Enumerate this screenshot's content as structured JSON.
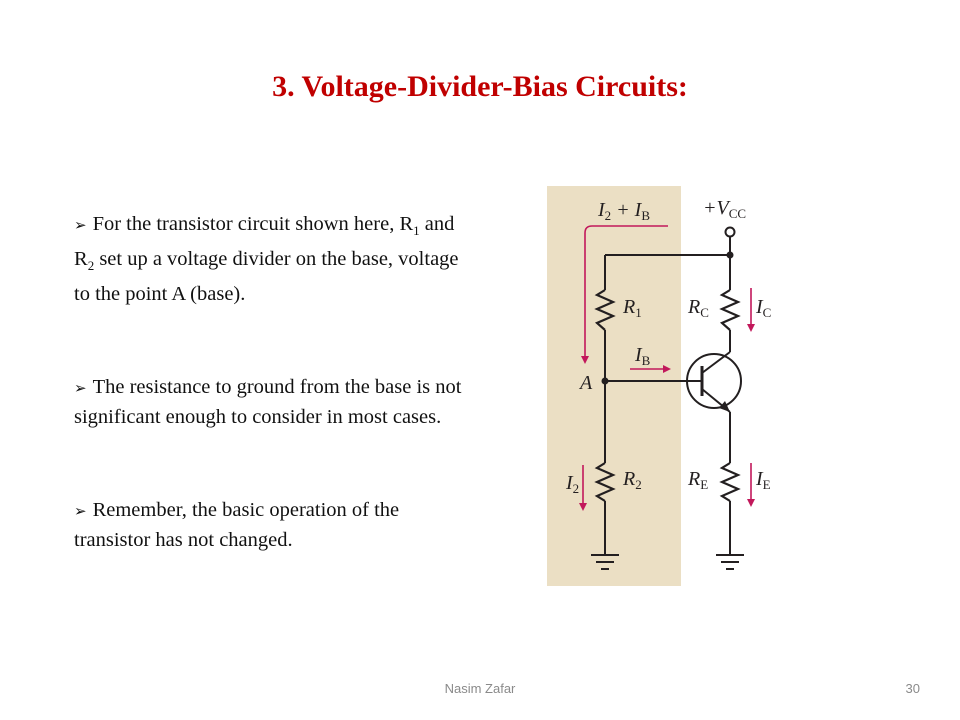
{
  "slide": {
    "title": "3. Voltage-Divider-Bias Circuits:",
    "bullets": [
      {
        "pre": "For the transistor circuit shown here, R",
        "sub1": "1",
        "mid": " and R",
        "sub2": "2",
        "post": " set up a voltage divider on the base, voltage to the point A (base)."
      },
      {
        "text": "The resistance to ground from the base is not significant enough to consider in most cases."
      },
      {
        "text": "Remember, the basic operation of the transistor has not changed."
      }
    ],
    "bullet_icon": "arrow-bullet-icon"
  },
  "diagram": {
    "labels": {
      "i2_ib": "I",
      "i2_ib_sub1": "2",
      "i2_ib_plus": " + I",
      "i2_ib_sub2": "B",
      "vcc": "+V",
      "vcc_sub": "CC",
      "r1": "R",
      "r1_sub": "1",
      "r2": "R",
      "r2_sub": "2",
      "rc": "R",
      "rc_sub": "C",
      "re": "R",
      "re_sub": "E",
      "ic": "I",
      "ic_sub": "C",
      "ie": "I",
      "ie_sub": "E",
      "ib": "I",
      "ib_sub": "B",
      "i2": "I",
      "i2_sub": "2",
      "node_a": "A"
    },
    "colors": {
      "panel": "#ebdfc4",
      "arrow": "#c2185b",
      "wire": "#231f20"
    }
  },
  "footer": {
    "author": "Nasim Zafar",
    "page": "30"
  }
}
